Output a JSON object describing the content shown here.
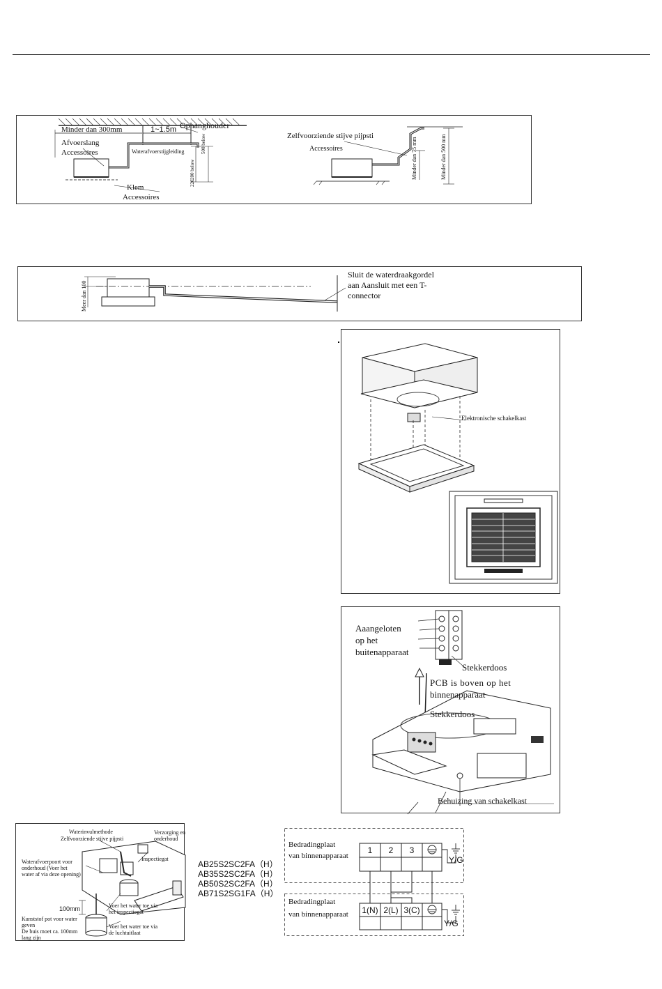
{
  "fig1": {
    "minder_300": "Minder dan 300mm",
    "span": "1~1.5m",
    "ophang": "Ophanghouder",
    "afvoerslang": "Afvoerslang",
    "accessoires_left": "Accessoires",
    "waterafvoer": "Waterafvoerstijgleiding",
    "dim_200": "200 below",
    "dim_500": "500 below",
    "dim_220": "220",
    "klem": "Klem",
    "accessoires_klem": "Accessoires",
    "zelfvoorziende": "Zelfvoorziende stijve pijpsti",
    "accessoires_right": "Accessoires",
    "minder_75": "Minder dan 75 mm",
    "minder_500": "Minder dan 500 mm"
  },
  "fig2": {
    "meer_100": "Meer dan 100",
    "sluit_line1": "Sluit de waterdraakgordel",
    "sluit_line2": "aan Aansluit met een T-",
    "sluit_line3": "connector"
  },
  "fig3": {
    "schakelkast": "Elektronische schakelkast"
  },
  "fig4": {
    "aangesloten_line1": "Aaangeloten",
    "aangesloten_line2": "op het",
    "aangesloten_line3": "buitenapparaat",
    "stekkerdoos_top": "Stekkerdoos",
    "pcb_line1": "PCB is boven op het",
    "pcb_line2": "binnenapparaat",
    "stekkerdoos_mid": "Stekkerdoos",
    "behuizing": "Behuizing van schakelkast"
  },
  "fig5": {
    "waterinvul": "Waterinvulmethode",
    "zelfvoorziende": "Zelfvoorziende stijve pijpsti",
    "verzorging_line1": "Verzorging en",
    "verzorging_line2": "onderhoud",
    "poort_line1": "Waterafvoerpoort voor",
    "poort_line2": "onderhoud (Voer het",
    "poort_line3": "water af via deze opening)",
    "inspectiegat": "Inspectiegat",
    "dim_100": "100mm",
    "voer1_line1": "Voer het water toe via",
    "voer1_line2": "het inspectiegat",
    "kunststof_line1": "Kunststof pot voor water",
    "kunststof_line2": "geven",
    "kunststof_line3": "De buis moet ca. 100mm",
    "kunststof_line4": "lang zijn",
    "voer2_line1": "Voer het water toe via",
    "voer2_line2": "de luchtuitlaat"
  },
  "models": [
    "AB25S2SC2FA（H）",
    "AB35S2SC2FA（H）",
    "AB50S2SC2FA（H）",
    "AB71S2SG1FA（H）"
  ],
  "wiring": {
    "top_title_line1": "Bedradingplaat",
    "top_title_line2": "van binnenapparaat",
    "top_terminals": [
      "1",
      "2",
      "3"
    ],
    "bottom_title_line1": "Bedradingplaat",
    "bottom_title_line2": "van binnenapparaat",
    "bottom_terminals": [
      "1(N)",
      "2(L)",
      "3(C)"
    ],
    "yg_top": "Y/G",
    "yg_bottom": "Y/G"
  }
}
